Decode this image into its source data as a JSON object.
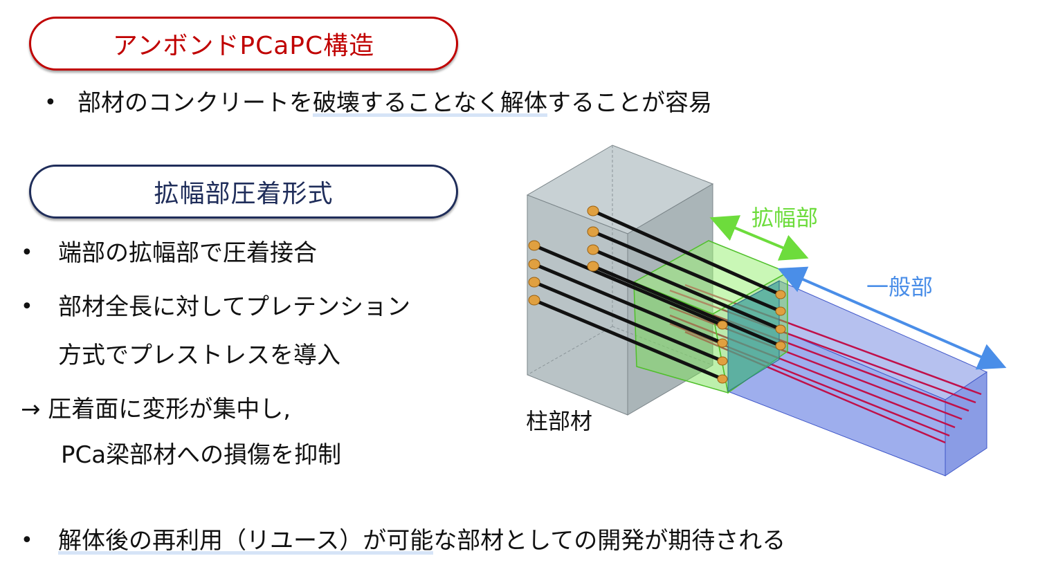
{
  "sections": {
    "section1": {
      "title": "アンボンドPCaPC構造",
      "bullets": [
        {
          "marker": "•",
          "prefix": "部材のコンクリートを",
          "highlight": "破壊することなく解体",
          "suffix": "することが容易"
        }
      ]
    },
    "section2": {
      "title": "拡幅部圧着形式",
      "bullets": [
        {
          "marker": "•",
          "text": "端部の拡幅部で圧着接合"
        },
        {
          "marker": "•",
          "line1": "部材全長に対してプレテンション",
          "line2": "方式でプレストレスを導入"
        }
      ],
      "arrow_note": {
        "line1": "→ 圧着面に変形が集中し,",
        "line2": "PCa梁部材への損傷を抑制"
      }
    },
    "footer_bullet": {
      "marker": "•",
      "highlight": "解体後の再利用（リユース）が可能",
      "suffix": "な部材としての開発が期待される"
    }
  },
  "diagram": {
    "labels": {
      "column": "柱部材",
      "widened": "拡幅部",
      "general": "一般部"
    },
    "colors": {
      "title_red": "#c00000",
      "title_navy": "#1f2d5a",
      "widened_green": "#6ddc3c",
      "general_blue": "#4a8ee8",
      "column_gray": "#b9c3c6",
      "beam_blue": "#8da0ea",
      "strand_red": "#c0104a",
      "anchor_orange": "#e0a040",
      "bar_black": "#111111"
    }
  }
}
